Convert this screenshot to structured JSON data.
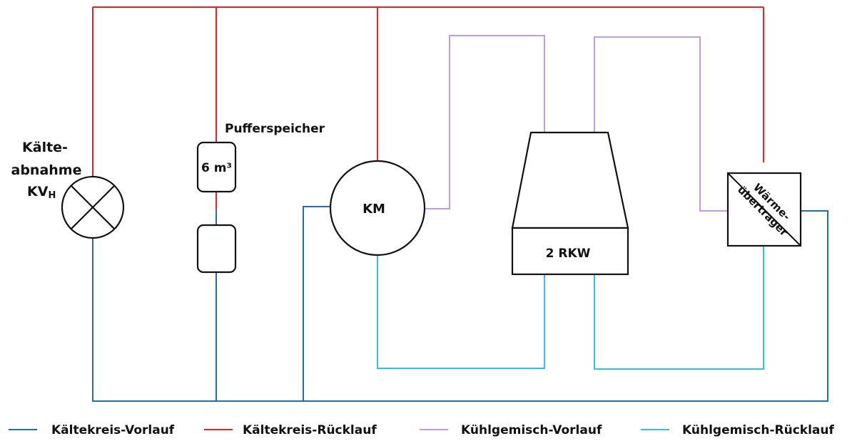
{
  "colors": {
    "kaeltekreis_vorlauf": "#1f6fb4",
    "kaeltekreis_ruecklauf": "#e8221f",
    "kuehlgemisch_vorlauf": "#c59be0",
    "kuehlgemisch_ruecklauf": "#2ec2ea"
  },
  "labels": {
    "consumer_line1": "Kälte-",
    "consumer_line2": "abnahme",
    "consumer_line3": "KV",
    "consumer_subscript": "H",
    "storage_title": "Pufferspeicher",
    "storage_volume": "6 m³",
    "chiller": "KM",
    "cooling_tower": "2 RKW",
    "heat_exchanger_line1": "Wärme-",
    "heat_exchanger_line2": "übertrager"
  },
  "legend": [
    {
      "label": "Kältekreis-Vorlauf",
      "color": "#1f6fb4"
    },
    {
      "label": "Kältekreis-Rücklauf",
      "color": "#e8221f"
    },
    {
      "label": "Kühlgemisch-Vorlauf",
      "color": "#c59be0"
    },
    {
      "label": "Kühlgemisch-Rücklauf",
      "color": "#2ec2ea"
    }
  ]
}
